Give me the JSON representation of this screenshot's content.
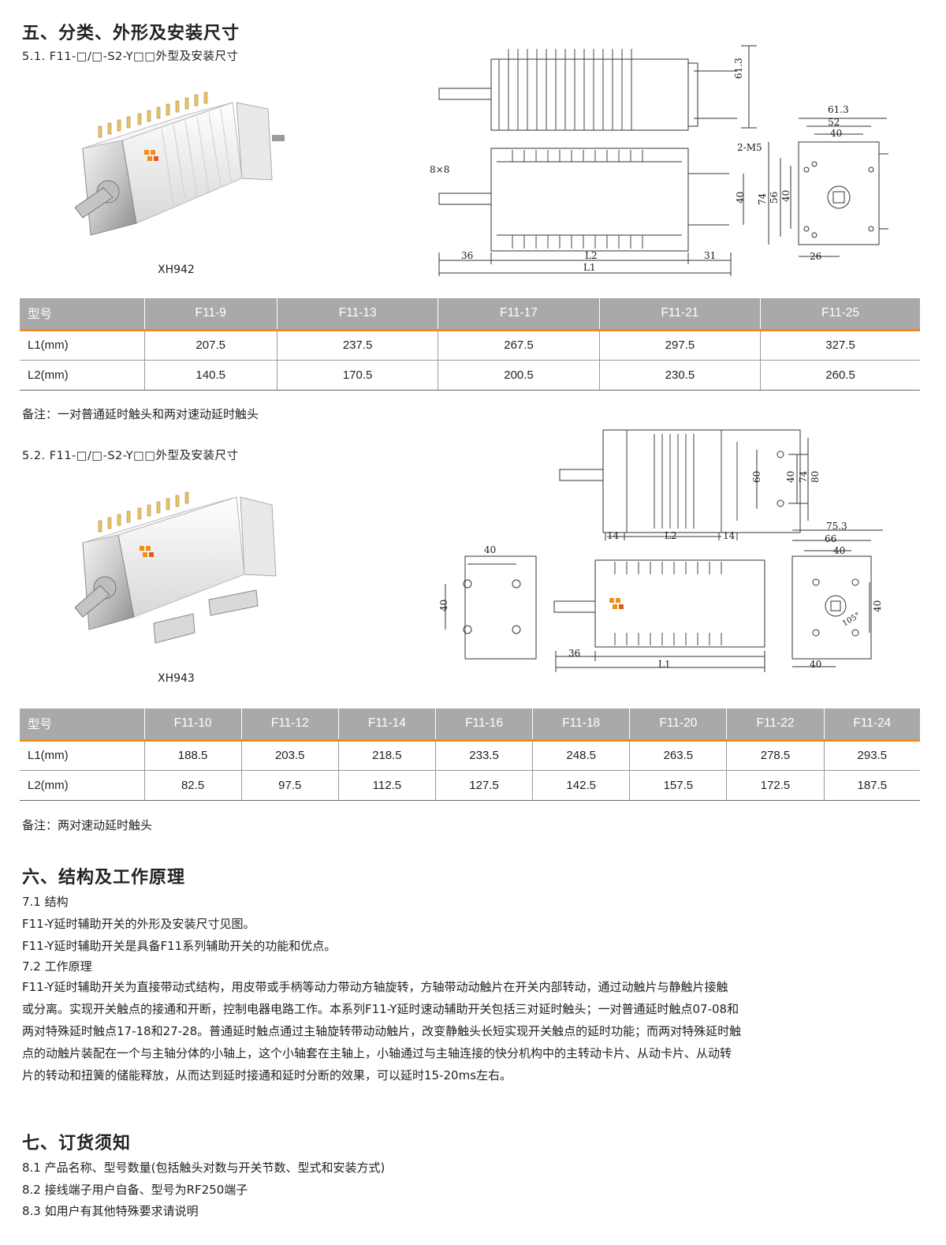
{
  "section5": {
    "title": "五、分类、外形及安装尺寸",
    "sub1": "5.1. F11-□/□-S2-Y□□外型及安装尺寸",
    "photo1_caption": "XH942",
    "sub2": "5.2. F11-□/□-S2-Y□□外型及安装尺寸",
    "photo2_caption": "XH943"
  },
  "table1": {
    "headers": [
      "型号",
      "F11-9",
      "F11-13",
      "F11-17",
      "F11-21",
      "F11-25"
    ],
    "rows": [
      [
        "L1(mm)",
        "207.5",
        "237.5",
        "267.5",
        "297.5",
        "327.5"
      ],
      [
        "L2(mm)",
        "140.5",
        "170.5",
        "200.5",
        "230.5",
        "260.5"
      ]
    ],
    "note": "备注：一对普通延时触头和两对速动延时触头"
  },
  "table2": {
    "headers": [
      "型号",
      "F11-10",
      "F11-12",
      "F11-14",
      "F11-16",
      "F11-18",
      "F11-20",
      "F11-22",
      "F11-24"
    ],
    "rows": [
      [
        "L1(mm)",
        "188.5",
        "203.5",
        "218.5",
        "233.5",
        "248.5",
        "263.5",
        "278.5",
        "293.5"
      ],
      [
        "L2(mm)",
        "82.5",
        "97.5",
        "112.5",
        "127.5",
        "142.5",
        "157.5",
        "172.5",
        "187.5"
      ]
    ],
    "note": "备注：两对速动延时触头"
  },
  "drawing1": {
    "dim_61_3_v": "61.3",
    "dim_61_3_h": "61.3",
    "dim_52": "52",
    "dim_40_top": "40",
    "dim_2m5": "2-M5",
    "dim_8x8": "8×8",
    "dim_40_side": "40",
    "dim_74": "74",
    "dim_56": "56",
    "dim_40_inner": "40",
    "dim_36": "36",
    "dim_L2": "L2",
    "dim_31": "31",
    "dim_L1": "L1",
    "dim_26": "26"
  },
  "drawing2": {
    "dim_60": "60",
    "dim_40": "40",
    "dim_74": "74",
    "dim_80": "80",
    "dim_14a": "14",
    "dim_L2": "L2",
    "dim_14b": "14",
    "dim_75_3": "75.3",
    "dim_66": "66",
    "dim_40_top": "40",
    "dim_40_left_top": "40",
    "dim_40_left_side": "40",
    "dim_36": "36",
    "dim_L1": "L1",
    "dim_40_right_side": "40",
    "dim_40_bottom": "40",
    "dim_105": "105°"
  },
  "section6": {
    "title": "六、结构及工作原理",
    "s71": "7.1 结构",
    "p1": "F11-Y延时辅助开关的外形及安装尺寸见图。",
    "p2": "F11-Y延时辅助开关是具备F11系列辅助开关的功能和优点。",
    "s72": "7.2 工作原理",
    "lines": [
      "F11-Y延时辅助开关为直接带动式结构，用皮带或手柄等动力带动方轴旋转，方轴带动动触片在开关内部转动，通过动触片与静触片接触",
      "或分离。实现开关触点的接通和开断，控制电器电路工作。本系列F11-Y延时速动辅助开关包括三对延时触头；一对普通延时触点07-08和",
      "两对特殊延时触点17-18和27-28。普通延时触点通过主轴旋转带动动触片，改变静触头长短实现开关触点的延时功能；而两对特殊延时触",
      "点的动触片装配在一个与主轴分体的小轴上，这个小轴套在主轴上，小轴通过与主轴连接的快分机构中的主转动卡片、从动卡片、从动转",
      "片的转动和扭簧的储能释放，从而达到延时接通和延时分断的效果，可以延时15-20ms左右。"
    ]
  },
  "section7": {
    "title": "七、订货须知",
    "items": [
      "8.1 产品名称、型号数量(包括触头对数与开关节数、型式和安装方式)",
      "8.2 接线端子用户自备、型号为RF250端子",
      "8.3 如用户有其他特殊要求请说明"
    ]
  }
}
